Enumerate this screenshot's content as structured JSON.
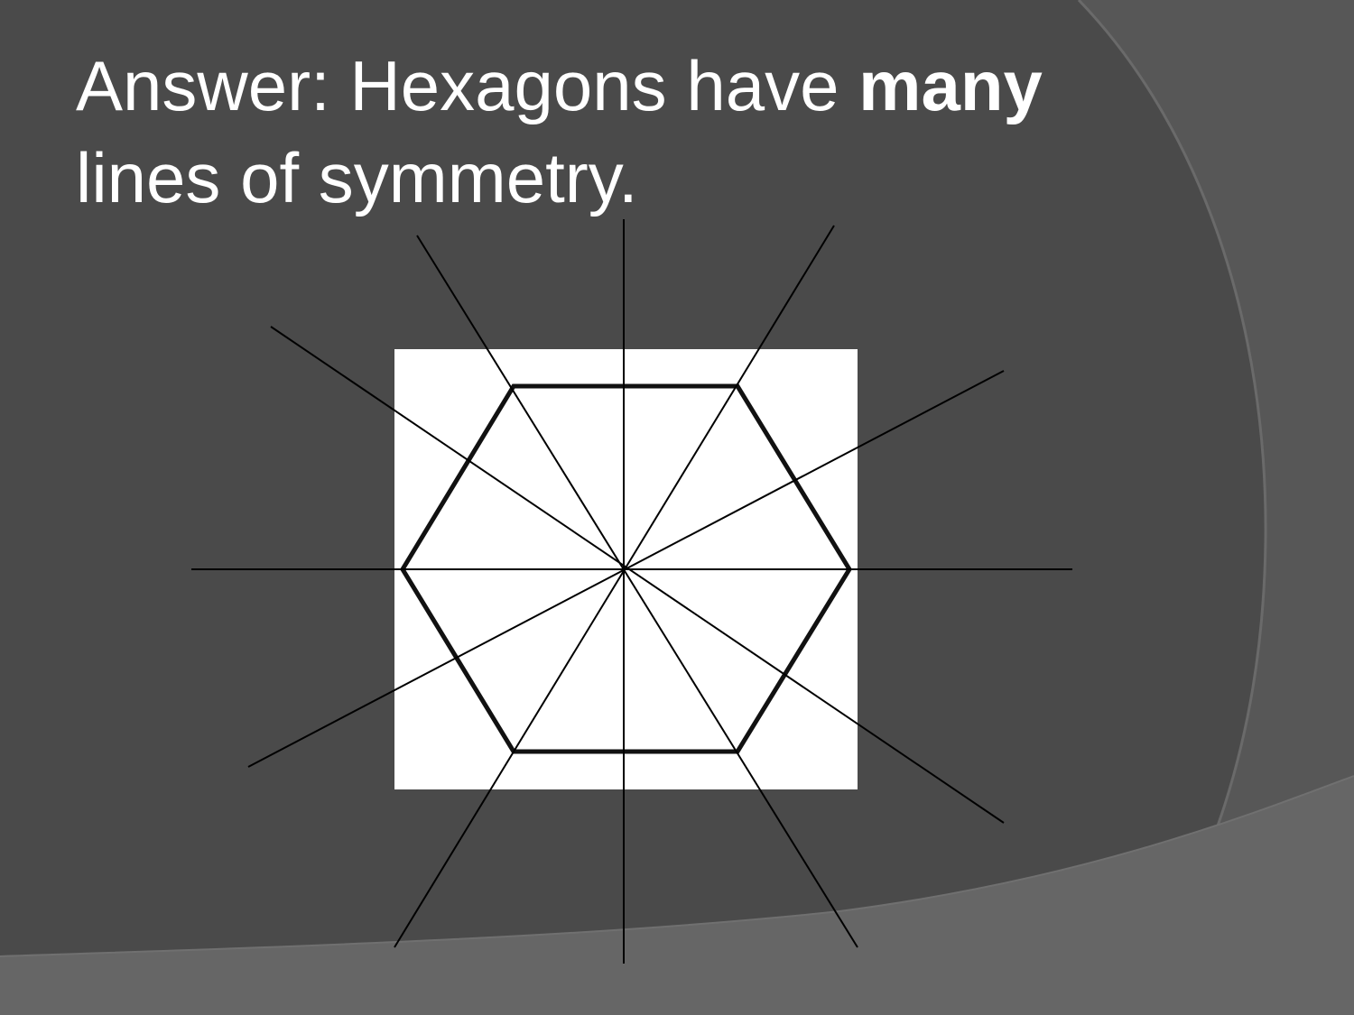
{
  "slide": {
    "title_part1": "Answer: Hexagons have ",
    "title_emphasis": "many",
    "title_part2": "lines of symmetry."
  },
  "colors": {
    "background": "#4a4a4a",
    "arc_band": "#5e5e5e",
    "bottom_band": "#666666",
    "text": "#ffffff",
    "diagram_panel": "#ffffff",
    "lines": "#000000"
  },
  "diagram": {
    "shape": "regular-hexagon",
    "symmetry_line_count": 6
  }
}
